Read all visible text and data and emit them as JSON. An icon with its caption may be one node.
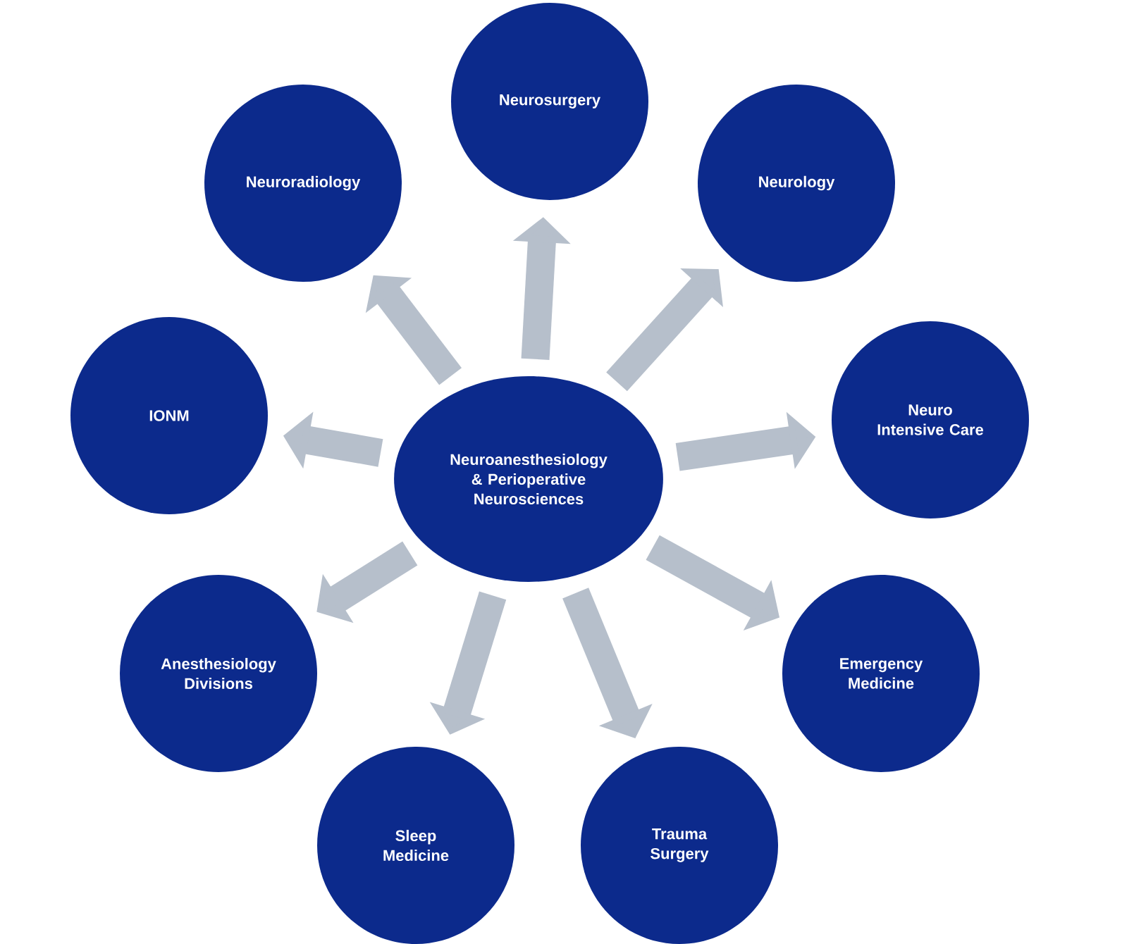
{
  "diagram": {
    "nodes": [
      {
        "text": [
          "Neuroanesthesiology & Perioperative Neurosciences"
        ]
      },
      {
        "text": [
          "Neurosurgery"
        ]
      },
      {
        "text": [
          "Neuroradiology"
        ]
      },
      {
        "text": [
          "Neurology"
        ]
      },
      {
        "text": [
          "IONM"
        ]
      },
      {
        "text": [
          "Neuro Intensive Care"
        ]
      },
      {
        "text": [
          "Anesthesiology Divisions"
        ]
      },
      {
        "text": [
          "Emergency Medicine"
        ]
      },
      {
        "text": [
          "Sleep Medicine"
        ]
      },
      {
        "text": [
          "Trauma Surgery"
        ]
      }
    ],
    "edges": [
      {
        "from": 0,
        "to": 1,
        "arrow": "to"
      },
      {
        "from": 0,
        "to": 2,
        "arrow": "to"
      },
      {
        "from": 0,
        "to": 3,
        "arrow": "to"
      },
      {
        "from": 0,
        "to": 4,
        "arrow": "to"
      },
      {
        "from": 0,
        "to": 5,
        "arrow": "to"
      },
      {
        "from": 0,
        "to": 6,
        "arrow": "to"
      },
      {
        "from": 0,
        "to": 7,
        "arrow": "to"
      },
      {
        "from": 0,
        "to": 8,
        "arrow": "to"
      },
      {
        "from": 0,
        "to": 9,
        "arrow": "to"
      }
    ]
  }
}
